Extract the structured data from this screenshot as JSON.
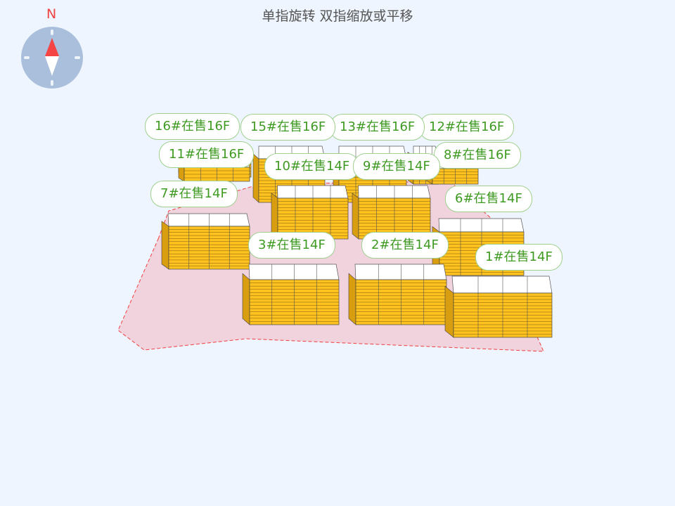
{
  "hint": "单指旋转 双指缩放或平移",
  "compass": {
    "north_label": "N",
    "icon": "compass-icon",
    "colors": {
      "dial": "#A9BFDC",
      "north": "#F44444",
      "south": "#FFFFFF"
    }
  },
  "colors": {
    "background": "#EEF5FE",
    "site_fill": "#F0D3DC",
    "site_border": "#F04040",
    "facade": "#FFC21F",
    "roof": "#FFFFFF",
    "label_text": "#3F9A22",
    "label_border": "#9FD08F"
  },
  "buildings": [
    {
      "id": "16",
      "label": "16#在售16F"
    },
    {
      "id": "12",
      "label": "12#在售16F"
    },
    {
      "id": "13",
      "label": "13#在售16F"
    },
    {
      "id": "15",
      "label": "15#在售16F"
    },
    {
      "id": "11",
      "label": "11#在售16F"
    },
    {
      "id": "8",
      "label": "8#在售16F"
    },
    {
      "id": "10",
      "label": "10#在售14F"
    },
    {
      "id": "9",
      "label": "9#在售14F"
    },
    {
      "id": "7",
      "label": "7#在售14F"
    },
    {
      "id": "6",
      "label": "6#在售14F"
    },
    {
      "id": "3",
      "label": "3#在售14F"
    },
    {
      "id": "2",
      "label": "2#在售14F"
    },
    {
      "id": "1",
      "label": "1#在售14F"
    }
  ]
}
